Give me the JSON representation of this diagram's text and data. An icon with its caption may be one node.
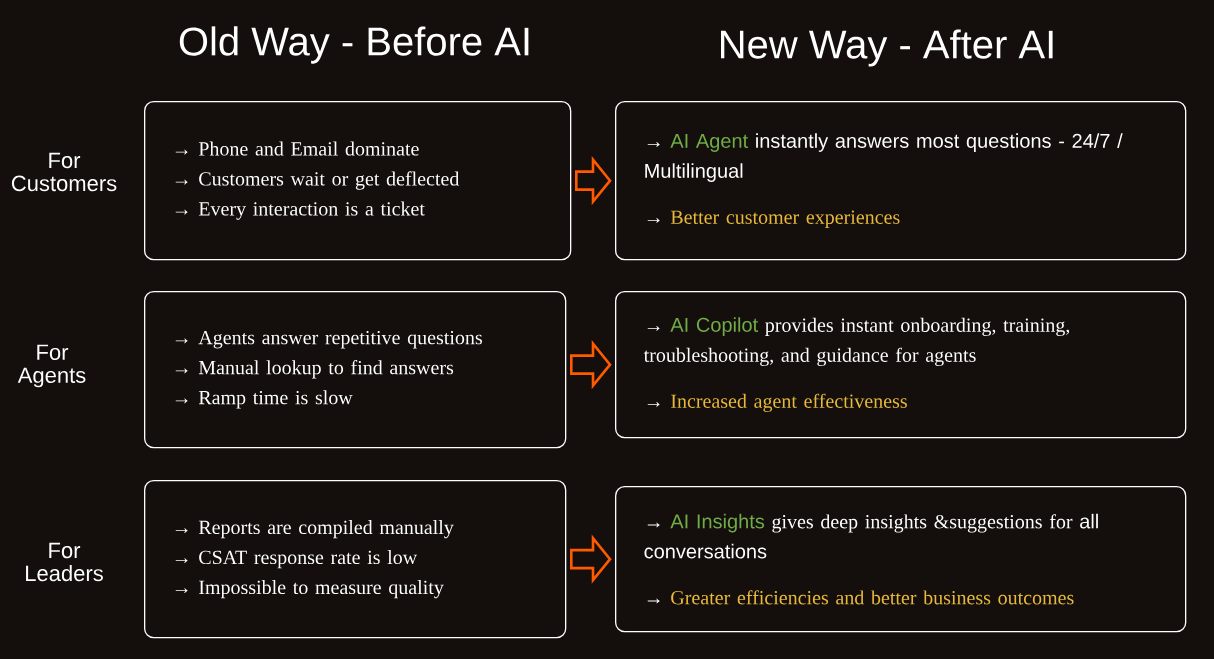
{
  "diagram": {
    "nodes": [
      {
        "text": [
          "→ Phone and Email dominate",
          "→ Customers wait or get deflected",
          "→ Every interaction is a ticket"
        ]
      },
      {
        "text": [
          "→",
          "AI Agent",
          "instantly answers most questions - 24/7 / Multilingual",
          "→",
          "Better customer experiences"
        ]
      },
      {
        "text": [
          "→ Agents answer repetitive questions",
          "→ Manual lookup to find answers",
          "→ Ramp time is slow"
        ]
      },
      {
        "text": [
          "→",
          "AI Copilot",
          "provides instant onboarding, training, troubleshooting, and guidance for agents",
          "→",
          "Increased agent effectiveness"
        ]
      },
      {
        "text": [
          "→ Reports are compiled manually",
          "→ CSAT response rate is low",
          "→ Impossible to measure quality"
        ]
      },
      {
        "text": [
          "→",
          "AI Insights",
          "gives deep insights &suggestions for",
          "all conversations",
          "→",
          "Greater efficiencies and better business outcomes"
        ]
      }
    ],
    "edges": [
      {
        "from": 0,
        "to": 1,
        "arrow": "to"
      },
      {
        "from": 2,
        "to": 3,
        "arrow": "to"
      },
      {
        "from": 4,
        "to": 5,
        "arrow": "to"
      }
    ],
    "labels": [
      "Old Way - Before AI",
      "New Way - After AI",
      "For Customers",
      "For Agents",
      "For Leaders"
    ]
  }
}
